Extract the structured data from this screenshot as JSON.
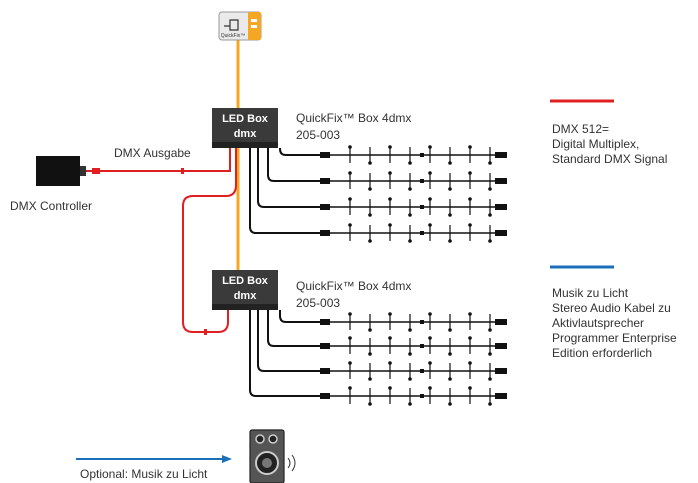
{
  "quickfix_icon": {
    "label": "QuickFix™",
    "color_left": "#e8e8e8",
    "color_right": "#f5a623"
  },
  "led_box_label": {
    "line1": "LED Box",
    "line2": "dmx"
  },
  "box1": {
    "name": "QuickFix™ Box 4dmx",
    "code": "205-003"
  },
  "box2": {
    "name": "QuickFix™ Box 4dmx",
    "code": "205-003"
  },
  "dmx_output_label": "DMX Ausgabe",
  "controller_label": "DMX Controller",
  "legend": {
    "dmx": {
      "title": "DMX 512=",
      "line2": "Digital Multiplex,",
      "line3": "Standard DMX Signal",
      "color": "#e02020"
    },
    "music": {
      "line1": "Musik zu Licht",
      "line2": "Stereo Audio Kabel zu",
      "line3": "Aktivlautsprecher",
      "line4": "Programmer Enterprise",
      "line5": "Edition erforderlich",
      "color": "#1b6fb8"
    }
  },
  "optional_label": "Optional: Musik zu Licht",
  "colors": {
    "orange_line": "#f5a623",
    "red_line": "#e02020",
    "blue_line": "#1b6fb8",
    "box_dark": "#3a3a3a"
  },
  "icons": {
    "speaker": "speaker-icon",
    "controller": "controller-icon",
    "usb": "usb-icon"
  }
}
